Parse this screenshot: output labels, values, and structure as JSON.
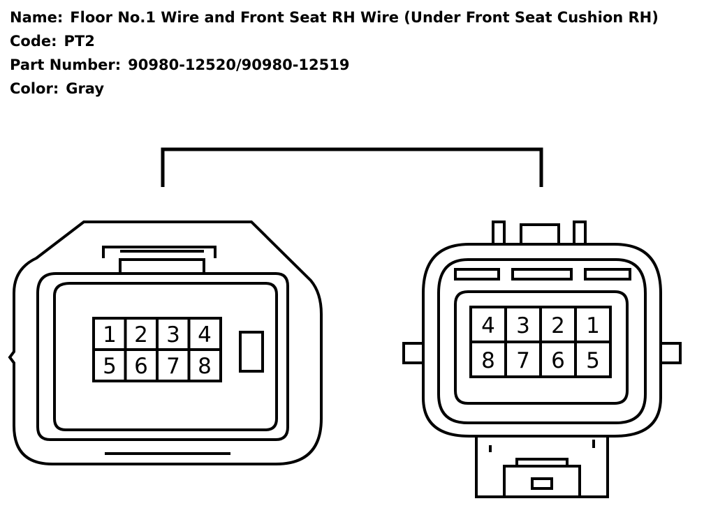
{
  "header": {
    "name_label": "Name:",
    "name_value": "Floor No.1 Wire and Front Seat RH Wire (Under Front Seat Cushion RH)",
    "code_label": "Code:",
    "code_value": "PT2",
    "part_label": "Part Number:",
    "part_value": "90980-12520/90980-12519",
    "color_label": "Color:",
    "color_value": "Gray"
  },
  "connectors": {
    "left": {
      "pins_top": [
        "1",
        "2",
        "3",
        "4"
      ],
      "pins_bottom": [
        "5",
        "6",
        "7",
        "8"
      ]
    },
    "right": {
      "pins_top": [
        "4",
        "3",
        "2",
        "1"
      ],
      "pins_bottom": [
        "8",
        "7",
        "6",
        "5"
      ]
    }
  }
}
